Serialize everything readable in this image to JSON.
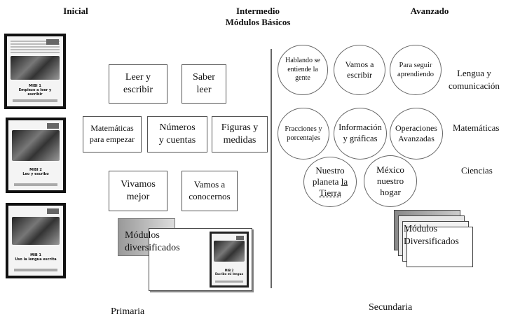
{
  "headers": {
    "inicial": "Inicial",
    "intermedio": "Intermedio",
    "modulos_basicos": "Módulos Básicos",
    "avanzado": "Avanzado"
  },
  "primaria_boxes": {
    "leer_escribir": [
      "Leer y",
      "escribir"
    ],
    "saber_leer": [
      "Saber",
      "leer"
    ],
    "matematicas_empezar": [
      "Matemáticas",
      "para empezar"
    ],
    "numeros_cuentas": [
      "Números",
      "y cuentas"
    ],
    "figuras_medidas": [
      "Figuras y",
      "medidas"
    ],
    "vivamos_mejor": [
      "Vivamos",
      "mejor"
    ],
    "vamos_conocernos": [
      "Vamos a",
      "conocernos"
    ],
    "modulos_diversificados": [
      "Módulos",
      "diversificados"
    ]
  },
  "secundaria_circles": {
    "hablando": [
      "Hablando se",
      "entiende la",
      "gente"
    ],
    "vamos_escribir": [
      "Vamos a",
      "escribir"
    ],
    "para_seguir": [
      "Para seguir",
      "aprendiendo"
    ],
    "fracciones": [
      "Fracciones y",
      "porcentajes"
    ],
    "informacion": [
      "Información",
      "y gráficas"
    ],
    "operaciones": [
      "Operaciones",
      "Avanzadas"
    ],
    "nuestro_planeta": [
      "Nuestro",
      "planeta",
      "la",
      "Tierra"
    ],
    "mexico": [
      "México",
      "nuestro",
      "hogar"
    ]
  },
  "secundaria_diversificados": [
    "Módulos",
    "Diversificados"
  ],
  "categories": {
    "lengua": [
      "Lengua y",
      "comunicación"
    ],
    "matematicas": "Matemáticas",
    "ciencias": "Ciencias"
  },
  "footers": {
    "primaria": "Primaria",
    "secundaria": "Secundaria"
  },
  "covers": [
    {
      "code": "MIBI 1",
      "title": "Empiezo a leer y escribir"
    },
    {
      "code": "MIBI 2",
      "title": "Leo y escribo"
    },
    {
      "code": "MIB 1",
      "title": "Uso la lengua escrita"
    },
    {
      "code": "MIB 2",
      "title": "Escribo mi lengua"
    }
  ],
  "colors": {
    "divider": "#666666",
    "stack_fill": "#bbbbbb"
  }
}
